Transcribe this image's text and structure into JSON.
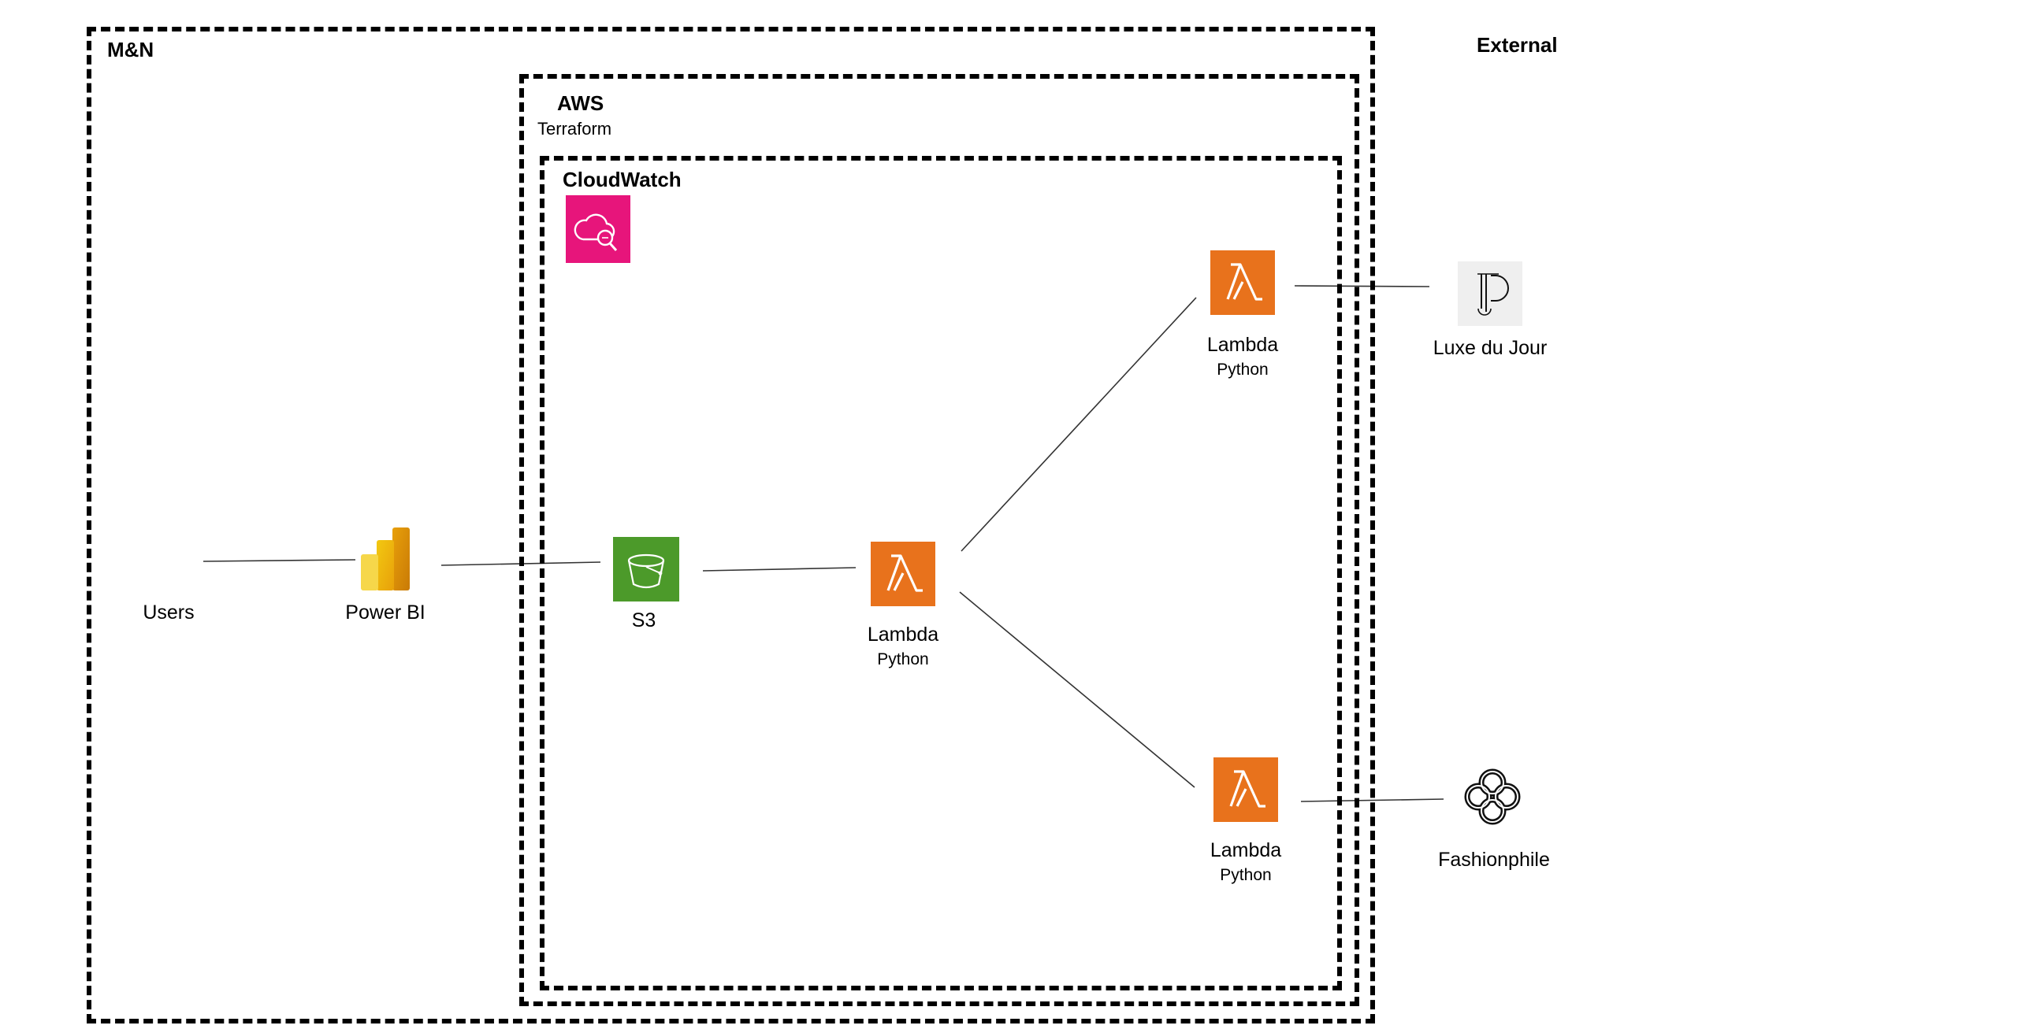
{
  "groups": {
    "mn": {
      "label": "M&N"
    },
    "aws": {
      "label": "AWS",
      "sublabel": "Terraform"
    },
    "cloudwatch": {
      "label": "CloudWatch"
    },
    "external": {
      "label": "External"
    }
  },
  "nodes": {
    "users": {
      "label": "Users"
    },
    "powerbi": {
      "label": "Power BI"
    },
    "s3": {
      "label": "S3"
    },
    "lambda_main": {
      "label": "Lambda",
      "sublabel": "Python"
    },
    "lambda_top": {
      "label": "Lambda",
      "sublabel": "Python"
    },
    "lambda_bottom": {
      "label": "Lambda",
      "sublabel": "Python"
    },
    "luxe": {
      "label": "Luxe du Jour"
    },
    "fashionphile": {
      "label": "Fashionphile"
    }
  },
  "colors": {
    "lambda": "#E8721C",
    "s3": "#4C9A2A",
    "cloudwatch": "#E7157B",
    "powerbi": "#F2C811"
  },
  "icons": {
    "users": "",
    "powerbi": "power-bi-icon",
    "s3": "s3-bucket-icon",
    "lambda": "lambda-icon",
    "cloudwatch": "cloudwatch-icon",
    "luxe": "luxe-du-jour-logo",
    "fashionphile": "fashionphile-logo"
  }
}
